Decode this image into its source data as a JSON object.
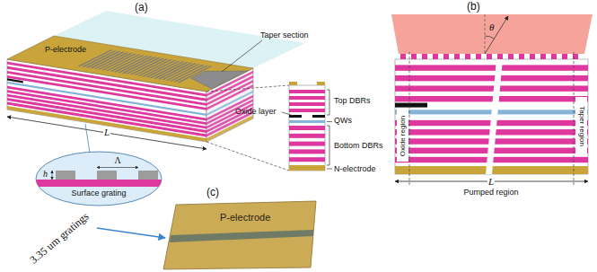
{
  "diagram": {
    "labels": [
      "(a)",
      "(b)",
      "Taper section",
      "P-electrode",
      "L",
      "Oxide layer",
      "Top DBRs",
      "QWs",
      "Bottom DBRs",
      "N-electrode",
      "h",
      "Λ",
      "Surface grating",
      "θ",
      "Oxide region",
      "Taper region",
      "L",
      "Pumped region",
      "(c)",
      "P-electrode",
      "3.35 um gratings"
    ]
  }
}
